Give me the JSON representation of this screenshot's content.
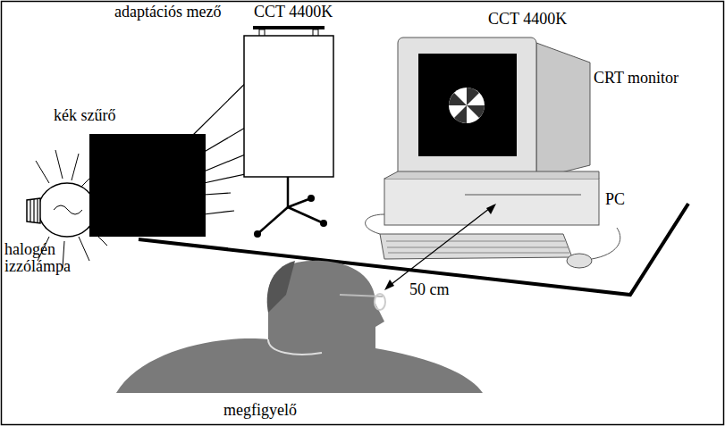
{
  "diagram": {
    "labels": [
      "adaptációs mező",
      "CCT 4400K",
      "CCT 4400K",
      "CRT monitor",
      "kék szűrő",
      "halogén izzólámpa",
      "PC",
      "50 cm",
      "megfigyelő"
    ]
  }
}
